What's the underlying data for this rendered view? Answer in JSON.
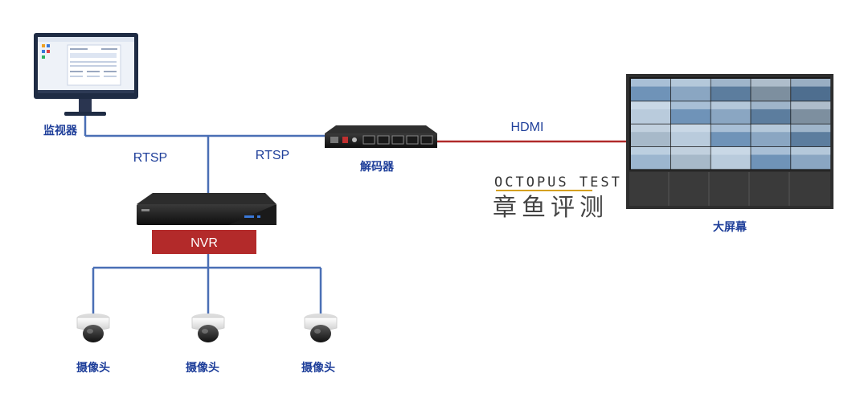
{
  "colors": {
    "network_line": "#4a6fb5",
    "hdmi_line": "#b02a2a",
    "label_text": "#1f3f9a",
    "nvr_badge": "#b32a2a"
  },
  "labels": {
    "monitor": "监视器",
    "decoder": "解码器",
    "big_screen": "大屏幕",
    "nvr": "NVR",
    "camera_1": "摄像头",
    "camera_2": "摄像头",
    "camera_3": "摄像头"
  },
  "connections": {
    "rtsp_left": "RTSP",
    "rtsp_right": "RTSP",
    "hdmi": "HDMI"
  },
  "watermark": {
    "english": "OCTOPUS TEST",
    "chinese": "章鱼评测"
  },
  "icons": {
    "monitor": "desktop-monitor-icon",
    "decoder": "decoder-device-icon",
    "nvr": "nvr-device-icon",
    "camera": "dome-camera-icon",
    "video_wall": "video-wall-icon"
  }
}
